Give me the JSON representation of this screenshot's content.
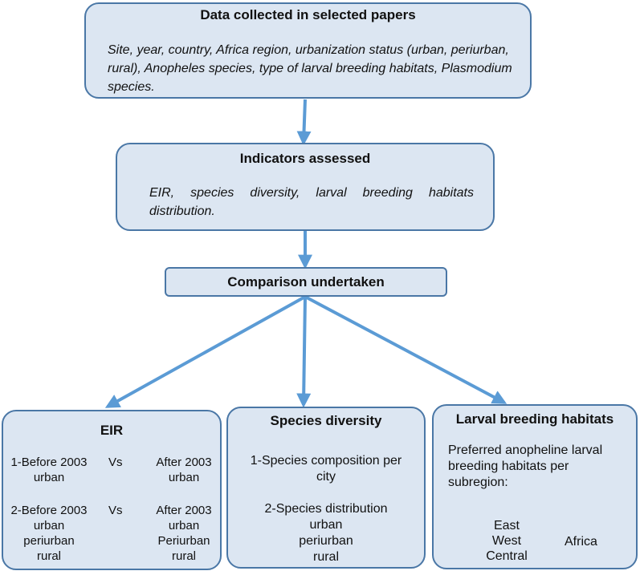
{
  "boxes": {
    "data_collected": {
      "title": "Data collected in selected papers",
      "text": "Site, year, country, Africa region, urbanization status (urban, periurban, rural), Anopheles species,  type of larval breeding habitats, Plasmodium species."
    },
    "indicators": {
      "title": "Indicators assessed",
      "text": "EIR, species diversity, larval breeding habitats distribution."
    },
    "comparison": {
      "title": "Comparison undertaken"
    },
    "eir": {
      "title": "EIR",
      "row1": {
        "left": [
          "1-Before 2003",
          "urban"
        ],
        "vs": "Vs",
        "right": [
          "After 2003",
          "urban"
        ]
      },
      "row2": {
        "left": [
          "2-Before 2003",
          "urban",
          "periurban",
          "rural"
        ],
        "vs": "Vs",
        "right": [
          "After 2003",
          "urban",
          "Periurban",
          "rural"
        ]
      }
    },
    "species": {
      "title": "Species diversity",
      "item1": [
        "1-Species composition per",
        "city"
      ],
      "item2": [
        "2-Species distribution",
        "urban",
        "periurban",
        "rural"
      ]
    },
    "larval": {
      "title": "Larval breeding habitats",
      "intro": [
        "Preferred anopheline larval",
        "breeding habitats per",
        "subregion:"
      ],
      "regions": [
        "East",
        "West",
        "Central"
      ],
      "group_label": "Africa"
    }
  },
  "colors": {
    "box_fill": "#dce6f2",
    "box_border": "#4a77a6",
    "arrow": "#5b9bd5"
  }
}
